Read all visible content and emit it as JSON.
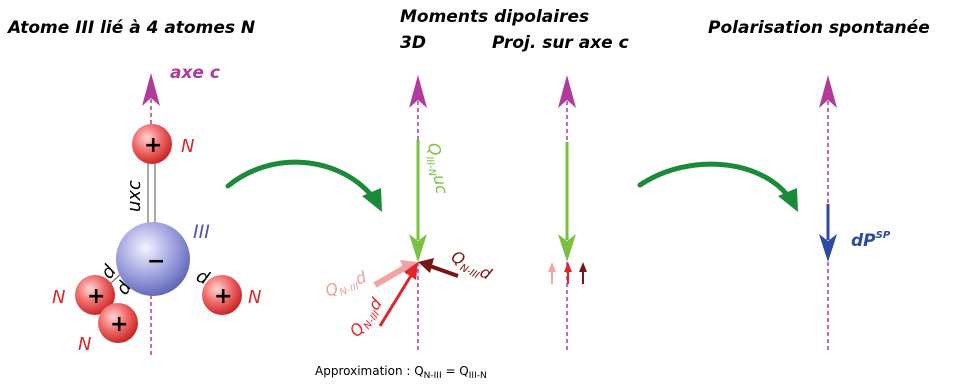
{
  "titles": {
    "left": "Atome III lié à 4 atomes N",
    "middle_top": "Moments dipolaires",
    "middle_3d": "3D",
    "middle_proj": "Proj. sur axe c",
    "right": "Polarisation spontanée"
  },
  "labels": {
    "axe_c": "axe c",
    "n_atom": "N",
    "iii_atom": "III",
    "plus_sign": "+",
    "minus_sign": "−",
    "bond_axial": "uxc",
    "bond_d": "d",
    "q_green": {
      "main": "Q",
      "sub": "III-N",
      "rest": "uc"
    },
    "q_light": {
      "main": "Q",
      "sub": "N-III",
      "rest": "d"
    },
    "q_red": {
      "main": "Q",
      "sub": "N-III",
      "rest": "d"
    },
    "q_dark": {
      "main": "Q",
      "sub": "N-III",
      "rest": "d"
    },
    "dp": {
      "main": "dP",
      "sup": "SP"
    }
  },
  "approximation": {
    "text": "Approximation : Q",
    "sub1": "N-III",
    "eq": " = Q",
    "sub2": "III-N"
  },
  "colors": {
    "axis": "#b13a9a",
    "n_atom": "#e53935",
    "iii_atom": "#6f73c4",
    "green_arrow": "#1b8a3a",
    "q_green": "#7ac143",
    "q_light": "#f3a3a3",
    "q_red": "#e0242a",
    "q_dark": "#7a1515",
    "dp": "#2e4aa0"
  }
}
